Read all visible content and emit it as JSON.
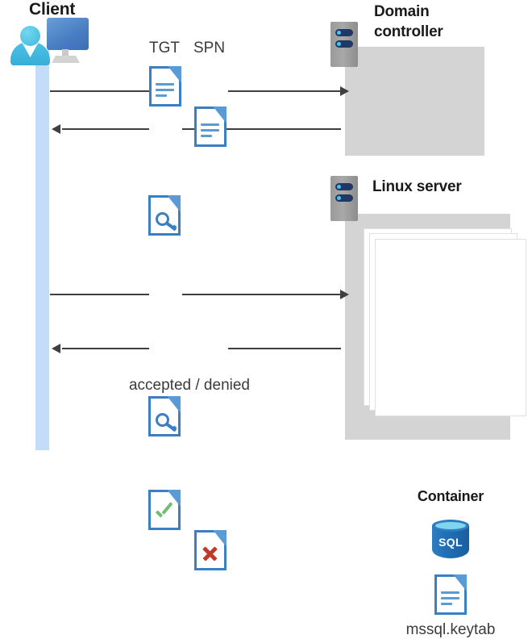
{
  "diagram": {
    "title_client": "Client",
    "title_domain_controller": "Domain\ncontroller",
    "title_domain_controller_line1": "Domain",
    "title_domain_controller_line2": "controller",
    "title_linux_server": "Linux server",
    "title_container": "Container"
  },
  "labels": {
    "tgt": "TGT",
    "spn": "SPN",
    "accepted_denied": "accepted / denied",
    "keytab_file": "mssql.keytab",
    "sql_badge": "SQL"
  },
  "icons": {
    "client": "client-workstation-icon",
    "server_rack_dc": "server-rack-icon",
    "server_rack_linux": "server-rack-icon",
    "certificate": "certificate-document-icon",
    "ticket_tgt": "document-icon",
    "ticket_spn": "document-icon",
    "service_ticket_key": "key-document-icon",
    "accepted": "check-document-icon",
    "denied": "x-document-icon",
    "database": "sql-database-icon",
    "keytab": "document-icon"
  },
  "colors": {
    "lifeline": "#c3dcf7",
    "panel_gray": "#d4d4d4",
    "accent_blue": "#3a7fc4",
    "fold_blue": "#5b9bd5",
    "sql_blue": "#1f6fb5",
    "sql_top": "#7fd4ee",
    "rack_bar": "#1f3864",
    "rack_dot": "#49c3f0",
    "check_green": "#6ec06e",
    "x_red": "#c0392b",
    "cert_gold": "#ffd400",
    "cert_ribbon": "#c0231a",
    "arrow": "#3f3f3f",
    "title_text": "#1a1a1a",
    "label_text": "#3b3b3b"
  },
  "flows": [
    {
      "name": "client-to-dc-request",
      "direction": "right",
      "carries": [
        "TGT",
        "SPN"
      ]
    },
    {
      "name": "dc-to-client-response",
      "direction": "left",
      "carries": [
        "service ticket"
      ]
    },
    {
      "name": "client-to-linux-request",
      "direction": "right",
      "carries": [
        "service ticket"
      ]
    },
    {
      "name": "linux-to-client-response",
      "direction": "left",
      "carries": [
        "accepted",
        "denied"
      ]
    }
  ]
}
